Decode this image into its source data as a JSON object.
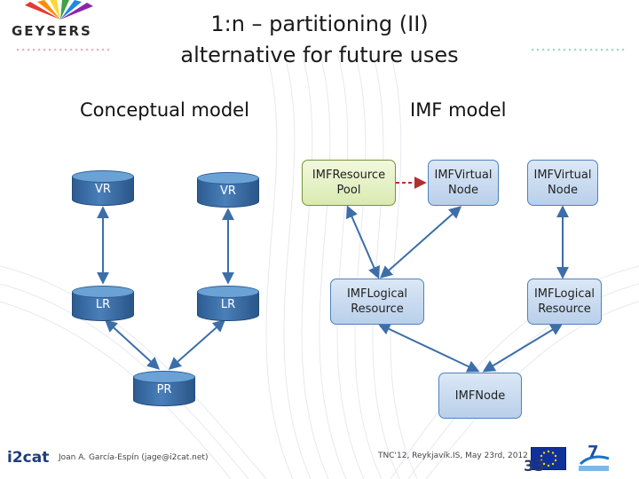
{
  "title": {
    "line1": "1:n – partitioning (II)",
    "line2": "alternative for future uses"
  },
  "sections": {
    "left": "Conceptual model",
    "right": "IMF model"
  },
  "conceptual": {
    "vr1": "VR",
    "vr2": "VR",
    "lr1": "LR",
    "lr2": "LR",
    "pr": "PR"
  },
  "imf": {
    "resource_pool": "IMFResource Pool",
    "virtual_node_1": "IMFVirtual Node",
    "virtual_node_2": "IMFVirtual Node",
    "logical_resource_1": "IMFLogical Resource",
    "logical_resource_2": "IMFLogical Resource",
    "node": "IMFNode"
  },
  "footer": {
    "author": "Joan A. García-Espín (jage@i2cat.net)",
    "event": "TNC'12, Reykjavík.IS, May 23rd, 2012",
    "page": "33"
  },
  "logos": {
    "geysers": "GEYSERS",
    "i2cat": "i2cat"
  },
  "colors": {
    "cylinder": "#3f6fa8",
    "box_blue": "#c6d9ef",
    "box_green": "#e4f0c6",
    "arrow": "#3d6ea8",
    "dashed_arrow": "#b03030"
  }
}
